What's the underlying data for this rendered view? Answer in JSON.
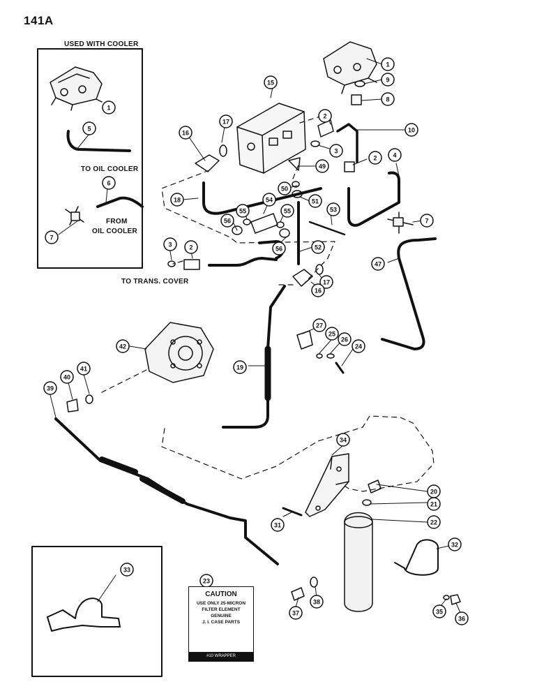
{
  "page_number": "141A",
  "labels": {
    "used_with_cooler": "USED WITH COOLER",
    "to_oil_cooler": "TO OIL COOLER",
    "from": "FROM",
    "oil_cooler": "OIL COOLER",
    "to_trans_cover": "TO TRANS. COVER"
  },
  "caution_decal": {
    "title": "CAUTION",
    "lines": [
      "USE ONLY 25-MICRON",
      "FILTER ELEMENT",
      "GENUINE",
      "J. I. CASE PARTS"
    ],
    "footer": "#10 WRAPPER"
  },
  "callouts": [
    "1",
    "1",
    "9",
    "8",
    "15",
    "2",
    "10",
    "17",
    "16",
    "3",
    "49",
    "2",
    "4",
    "5",
    "6",
    "50",
    "18",
    "51",
    "54",
    "55",
    "55",
    "53",
    "7",
    "56",
    "7",
    "52",
    "56",
    "3",
    "2",
    "47",
    "17",
    "16",
    "27",
    "25",
    "26",
    "24",
    "42",
    "41",
    "40",
    "39",
    "19",
    "34",
    "20",
    "21",
    "31",
    "22",
    "32",
    "33",
    "23",
    "37",
    "38",
    "35",
    "36"
  ]
}
